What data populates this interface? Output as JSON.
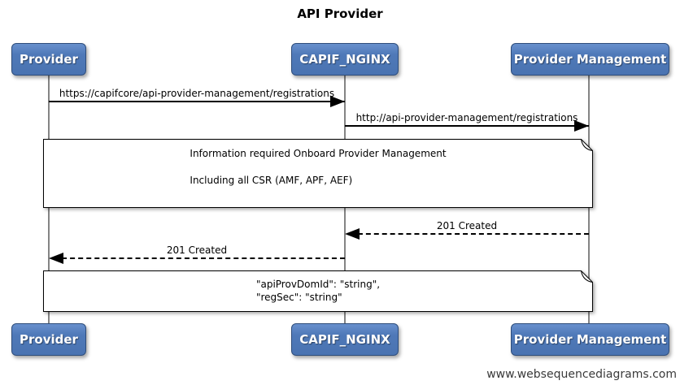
{
  "title": "API Provider",
  "watermark": "www.websequencediagrams.com",
  "actors": [
    {
      "id": "provider",
      "label": "Provider"
    },
    {
      "id": "capif-nginx",
      "label": "CAPIF_NGINX"
    },
    {
      "id": "provider-management",
      "label": "Provider Management"
    }
  ],
  "messages": [
    {
      "from": "Provider",
      "to": "CAPIF_NGINX",
      "style": "solid",
      "label": "https://capifcore/api-provider-management/registrations"
    },
    {
      "from": "CAPIF_NGINX",
      "to": "Provider Management",
      "style": "solid",
      "label": "http://api-provider-management/registrations"
    },
    {
      "from": "Provider Management",
      "to": "CAPIF_NGINX",
      "style": "dashed",
      "label": "201 Created"
    },
    {
      "from": "CAPIF_NGINX",
      "to": "Provider",
      "style": "dashed",
      "label": "201 Created"
    }
  ],
  "notes": [
    {
      "lines": [
        "Information required Onboard Provider Management",
        "Including all CSR (AMF, APF, AEF)"
      ]
    },
    {
      "lines": [
        "\"apiProvDomId\": \"string\",",
        "\"regSec\": \"string\""
      ]
    }
  ],
  "colors": {
    "actor_fill": "#4f79b8",
    "actor_border": "#2e4d7b",
    "actor_text": "#ffffff",
    "lifeline": "#848484",
    "message_line": "#000000",
    "note_fill": "#ffffff",
    "note_border": "#000000",
    "background": "#ffffff"
  }
}
